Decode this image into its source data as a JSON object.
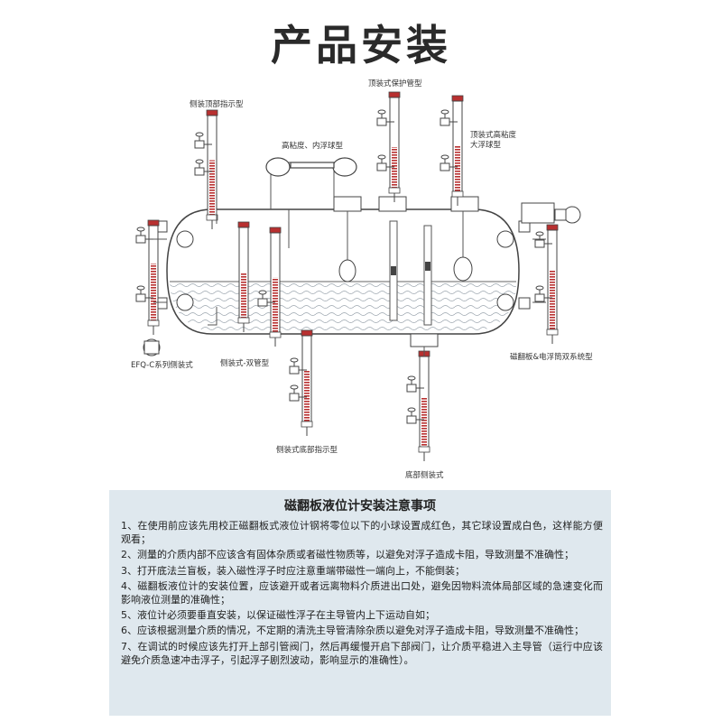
{
  "title": "产品安装",
  "labels": {
    "side_top": "侧装顶部指示型",
    "high_visc_inner": "高粘度、内浮球型",
    "top_guard": "顶装式保护管型",
    "top_high_visc": "顶装式高粘度\n大浮球型",
    "efq": "EFQ-C系列侧装式",
    "double": "侧装式-双管型",
    "magnetic_dual": "磁翻板&电浮筒双系统型",
    "side_bottom_ind": "侧装式底部指示型",
    "bottom_side": "底部侧装式"
  },
  "notes": {
    "title": "磁翻板液位计安装注意事项",
    "items": [
      "1、在使用前应该先用校正磁翻板式液位计钢将零位以下的小球设置成红色，其它球设置成白色，这样能方便观看；",
      "2、测量的介质内部不应该含有固体杂质或者磁性物质等，以避免对浮子造成卡阻，导致测量不准确性；",
      "3、打开底法兰盲板，装入磁性浮子时应注意重端带磁性一端向上，不能倒装；",
      "4、磁翻板液位计的安装位置，应该避开或者远离物料介质进出口处，避免因物料流体局部区域的急速变化而影响液位测量的准确性；",
      "5、液位计必须要垂直安装，以保证磁性浮子在主导管内上下运动自如；",
      "6、应该根据测量介质的情况，不定期的清洗主导管清除杂质以避免对浮子造成卡阻，导致测量不准确性；",
      "7、在调试的时候应该先打开上部引管阀门，然后再缓慢开启下部阀门，让介质平稳进入主导管（运行中应该避免介质急速冲击浮子，引起浮子剧烈波动，影响显示的准确性）。"
    ]
  },
  "colors": {
    "gauge_red": "#b83030",
    "line": "#555555",
    "notes_bg": "#dfe8ee"
  }
}
